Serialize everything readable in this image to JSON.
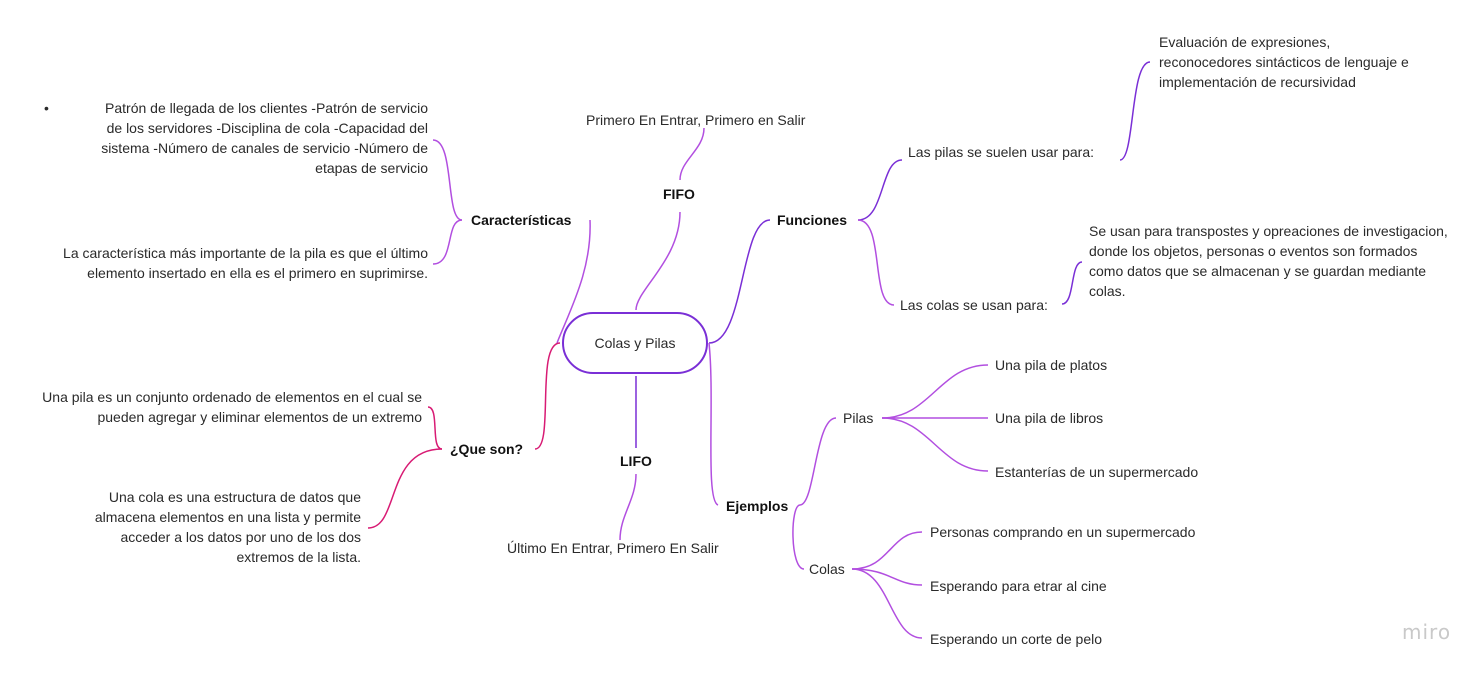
{
  "center": "Colas y Pilas",
  "fifo": {
    "label": "FIFO",
    "description": "Primero En Entrar, Primero en Salir"
  },
  "lifo": {
    "label": "LIFO",
    "description": "Último En Entrar, Primero En Salir"
  },
  "caracteristicas": {
    "label": "Características",
    "item1_lines": [
      "Patrón de llegada de los clientes   -Patrón de servicio",
      "de los servidores  -Disciplina de cola  -Capacidad del",
      "sistema  -Número de canales de servicio  -Número de",
      "etapas de servicio"
    ],
    "item2_lines": [
      "La característica más importante de la pila es que el último",
      "elemento insertado en ella es el primero en suprimirse."
    ]
  },
  "que_son": {
    "label": "¿Que son?",
    "item1_lines": [
      "Una pila es un conjunto ordenado de elementos en el cual se",
      "pueden agregar y eliminar elementos de un extremo"
    ],
    "item2_lines": [
      "Una cola es una estructura de datos que",
      "almacena elementos en una lista y permite",
      "acceder a los datos por uno de los dos",
      "extremos de la lista."
    ]
  },
  "funciones": {
    "label": "Funciones",
    "pilas_label": "Las pilas se suelen usar para:",
    "pilas_detail_lines": [
      "Evaluación de expresiones,",
      "reconocedores sintácticos de lenguaje e",
      "implementación de recursividad"
    ],
    "colas_label": "Las colas se usan para:",
    "colas_detail_lines": [
      "Se usan para transpostes y opreaciones de investigacion,",
      "donde los objetos, personas o eventos son formados",
      "como datos que se almacenan y se guardan mediante",
      "colas."
    ]
  },
  "ejemplos": {
    "label": "Ejemplos",
    "pilas_label": "Pilas",
    "pilas_items": [
      "Una pila de platos",
      "Una pila de libros",
      "Estanterías de un supermercado"
    ],
    "colas_label": "Colas",
    "colas_items": [
      "Personas comprando en un supermercado",
      "Esperando para etrar al cine",
      "Esperando un corte de pelo"
    ]
  },
  "branding": {
    "logo": "miro"
  },
  "colors": {
    "purple_dark": "#7a2fd6",
    "purple_light": "#b24fe0",
    "magenta": "#d81b74",
    "gray": "#8a8a8a"
  }
}
